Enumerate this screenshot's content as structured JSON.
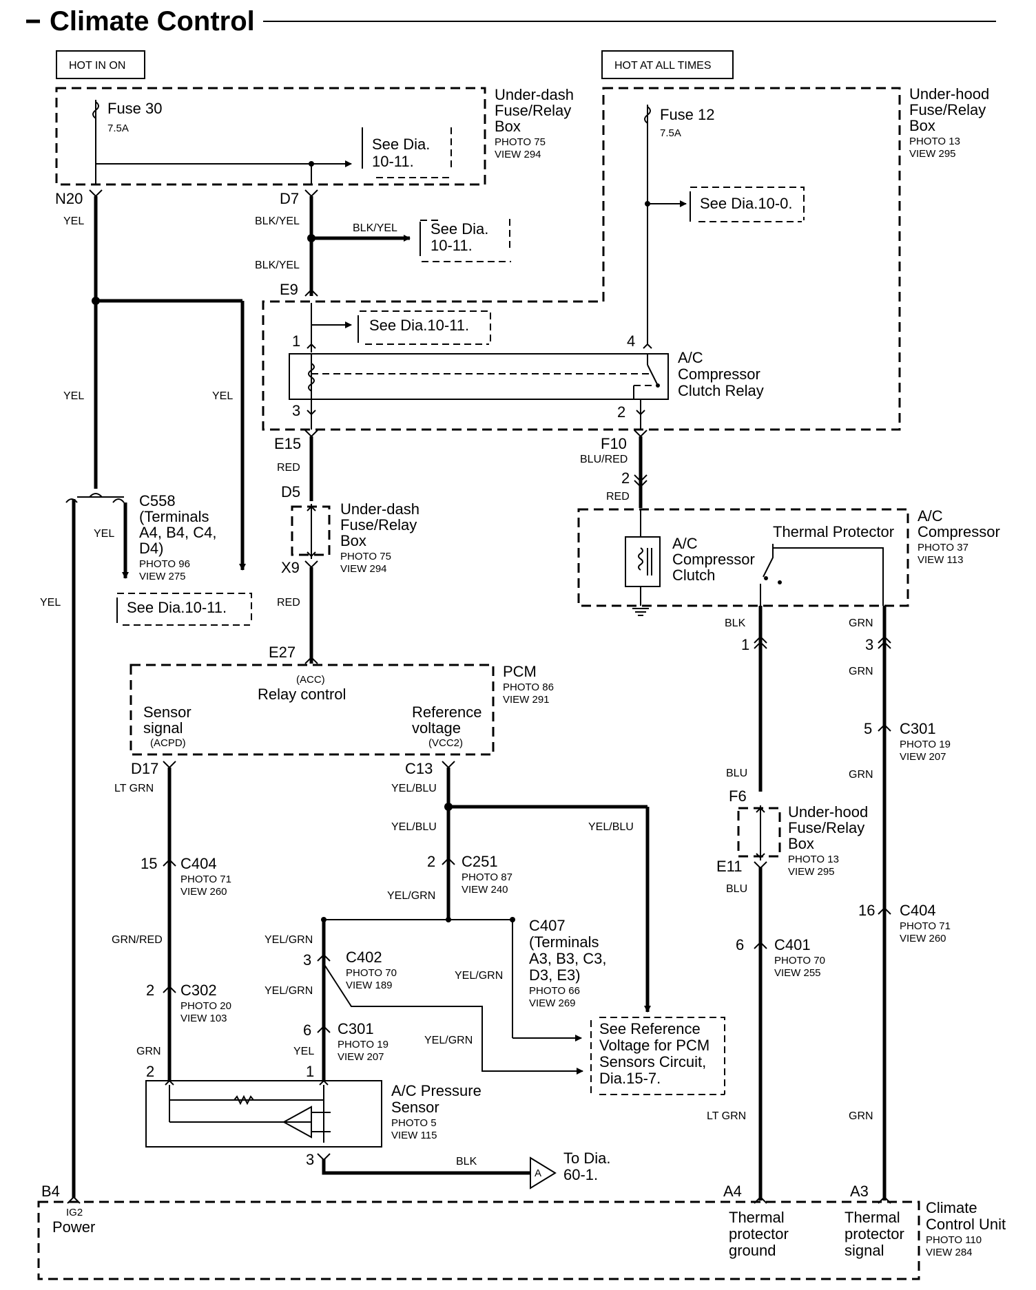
{
  "title": "Climate Control",
  "supply": {
    "hot_in_on": "HOT IN ON",
    "hot_at_all_times": "HOT AT ALL TIMES"
  },
  "fuses": {
    "fuse30": {
      "name": "Fuse 30",
      "rating": "7.5A"
    },
    "fuse12": {
      "name": "Fuse 12",
      "rating": "7.5A"
    }
  },
  "boxes": {
    "underdash": {
      "l1": "Under-dash",
      "l2": "Fuse/Relay",
      "l3": "Box",
      "photo": "PHOTO 75",
      "view": "VIEW 294"
    },
    "underhood": {
      "l1": "Under-hood",
      "l2": "Fuse/Relay",
      "l3": "Box",
      "photo": "PHOTO 13",
      "view": "VIEW 295"
    },
    "relay": {
      "l1": "A/C",
      "l2": "Compressor",
      "l3": "Clutch Relay"
    },
    "compressor": {
      "l1": "A/C",
      "l2": "Compressor",
      "photo": "PHOTO 37",
      "view": "VIEW 113"
    },
    "clutch": {
      "l1": "A/C",
      "l2": "Compressor",
      "l3": "Clutch"
    },
    "thermal": "Thermal Protector",
    "pcm": {
      "name": "PCM",
      "photo": "PHOTO 86",
      "view": "VIEW 291",
      "acc": "(ACC)",
      "relay": "Relay control",
      "sensor1": "Sensor",
      "sensor2": "signal",
      "acpd": "(ACPD)",
      "ref1": "Reference",
      "ref2": "voltage",
      "vcc2": "(VCC2)"
    },
    "pressure": {
      "l1": "A/C Pressure",
      "l2": "Sensor",
      "photo": "PHOTO 5",
      "view": "VIEW 115"
    },
    "ccu": {
      "l1": "Climate",
      "l2": "Control Unit",
      "photo": "PHOTO 110",
      "view": "VIEW 284",
      "ig2": "IG2",
      "power": "Power",
      "tpg1": "Thermal",
      "tpg2": "protector",
      "tpg3": "ground",
      "tps1": "Thermal",
      "tps2": "protector",
      "tps3": "signal"
    }
  },
  "refs": {
    "dia1011": "See Dia.",
    "dia1011b": "10-11.",
    "dia100": "See Dia.10-0.",
    "dia1011c": "See Dia.10-11.",
    "ref1": "See  Reference",
    "ref2": "Voltage for PCM",
    "ref3": "Sensors Circuit,",
    "ref4": "Dia.15-7.",
    "todia1": "To Dia.",
    "todia2": "60-1."
  },
  "connectors": {
    "c558": {
      "name": "C558",
      "l1": "(Terminals",
      "l2": "A4, B4, C4,",
      "l3": "D4)",
      "photo": "PHOTO 96",
      "view": "VIEW 275"
    },
    "c404a": {
      "name": "C404",
      "photo": "PHOTO 71",
      "view": "VIEW 260"
    },
    "c302": {
      "name": "C302",
      "photo": "PHOTO 20",
      "view": "VIEW 103"
    },
    "c251": {
      "name": "C251",
      "photo": "PHOTO 87",
      "view": "VIEW 240"
    },
    "c402": {
      "name": "C402",
      "photo": "PHOTO 70",
      "view": "VIEW 189"
    },
    "c301a": {
      "name": "C301",
      "photo": "PHOTO 19",
      "view": "VIEW 207"
    },
    "c407": {
      "name": "C407",
      "l1": "(Terminals",
      "l2": "A3, B3, C3,",
      "l3": "D3, E3)",
      "photo": "PHOTO 66",
      "view": "VIEW 269"
    },
    "c301b": {
      "name": "C301",
      "photo": "PHOTO 19",
      "view": "VIEW 207"
    },
    "c401": {
      "name": "C401",
      "photo": "PHOTO 70",
      "view": "VIEW 255"
    },
    "c404b": {
      "name": "C404",
      "photo": "PHOTO 71",
      "view": "VIEW 260"
    }
  },
  "terminals": {
    "n20": "N20",
    "d7": "D7",
    "e9": "E9",
    "e15": "E15",
    "f10": "F10",
    "d5": "D5",
    "x9": "X9",
    "e27": "E27",
    "d17": "D17",
    "c13": "C13",
    "f6": "F6",
    "e11": "E11",
    "b4": "B4",
    "a4": "A4",
    "a3": "A3",
    "p1": "1",
    "p2": "2",
    "p3": "3",
    "p4": "4",
    "p6": "6",
    "p5": "5",
    "p15": "15",
    "p16": "16"
  },
  "wires": {
    "yel": "YEL",
    "blkyel": "BLK/YEL",
    "red": "RED",
    "blured": "BLU/RED",
    "ltgrn": "LT GRN",
    "yelblu": "YEL/BLU",
    "yelgrn": "YEL/GRN",
    "grnred": "GRN/RED",
    "grn": "GRN",
    "blk": "BLK",
    "blu": "BLU"
  }
}
